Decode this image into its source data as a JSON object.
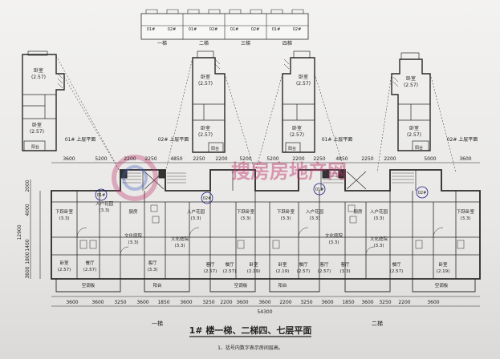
{
  "key_plan": {
    "units": [
      "01#",
      "02#",
      "01#",
      "02#",
      "01#",
      "02#",
      "01#",
      "02#"
    ],
    "stair_labels": [
      "一梯",
      "二梯",
      "三梯",
      "四梯"
    ]
  },
  "upper_units": [
    {
      "room_a": "卧室",
      "area_a": "(2.57)",
      "room_b": "卧室",
      "area_b": "(2.57)",
      "balcony": "阳台",
      "caption": "01# 上层平面"
    },
    {
      "room_a": "卧室",
      "area_a": "(2.57)",
      "room_b": "卧室",
      "area_b": "(2.57)",
      "balcony": "阳台",
      "caption": "02# 上层平面"
    },
    {
      "room_a": "卧室",
      "area_a": "(2.57)",
      "room_b": "卧室",
      "area_b": "(2.57)",
      "balcony": "阳台",
      "caption": "01# 上层平面"
    },
    {
      "room_a": "卧室",
      "area_a": "(2.57)",
      "room_b": "卧室",
      "area_b": "(2.57)",
      "balcony": "阳台",
      "caption": "02# 上层平面"
    }
  ],
  "dims_top": [
    "3600",
    "5200",
    "2200",
    "2250",
    "4850",
    "2250",
    "2200",
    "5200",
    "5200",
    "2200",
    "2250",
    "4850",
    "2250",
    "2200",
    "5000",
    "3600"
  ],
  "dims_bottom": [
    "3600",
    "3600",
    "3250",
    "3600",
    "1850",
    "3600",
    "3250",
    "2200",
    "3600",
    "3600",
    "2200",
    "3250",
    "3600",
    "1850",
    "3600",
    "3250",
    "2200",
    "3600"
  ],
  "dims_left": [
    "2000",
    "4000",
    "12900",
    "1400",
    "1800",
    "3600"
  ],
  "total_width": "54300",
  "rooms": [
    {
      "name": "下跃卧室",
      "area": "(3.3)"
    },
    {
      "name": "入户花园",
      "area": "(3.3)"
    },
    {
      "name": "厨房",
      "area": ""
    },
    {
      "name": "文化庭院",
      "area": "(3.3)"
    },
    {
      "name": "入户花园",
      "area": "(3.3)"
    },
    {
      "name": "文化庭院",
      "area": "(3.3)"
    },
    {
      "name": "下跃卧室",
      "area": "(3.3)"
    },
    {
      "name": "下跃卧室",
      "area": "(3.3)"
    },
    {
      "name": "入户花园",
      "area": "(3.3)"
    },
    {
      "name": "厨房",
      "area": ""
    },
    {
      "name": "文化庭院",
      "area": "(3.3)"
    },
    {
      "name": "入户花园",
      "area": "(3.3)"
    },
    {
      "name": "文化庭院",
      "area": "(3.3)"
    },
    {
      "name": "下跃卧室",
      "area": "(3.3)"
    },
    {
      "name": "卧室",
      "area": "(2.57)"
    },
    {
      "name": "餐厅",
      "area": "(2.57)"
    },
    {
      "name": "客厅",
      "area": "(3.3)"
    },
    {
      "name": "客厅",
      "area": "(2.57)"
    },
    {
      "name": "餐厅",
      "area": "(2.57)"
    },
    {
      "name": "卧室",
      "area": "(2.19)"
    },
    {
      "name": "卧室",
      "area": "(2.19)"
    },
    {
      "name": "餐厅",
      "area": "(2.57)"
    },
    {
      "name": "客厅",
      "area": "(2.57)"
    },
    {
      "name": "客厅",
      "area": "(3.3)"
    },
    {
      "name": "餐厅",
      "area": "(2.57)"
    },
    {
      "name": "卧室",
      "area": "(2.19)"
    },
    {
      "name": "空调板",
      "area": ""
    },
    {
      "name": "阳台",
      "area": ""
    },
    {
      "name": "空调板",
      "area": ""
    },
    {
      "name": "阳台",
      "area": ""
    },
    {
      "name": "空调板",
      "area": ""
    }
  ],
  "unit_markers": [
    "01#",
    "02#",
    "01#",
    "02#"
  ],
  "stair_captions": [
    "一梯",
    "二梯"
  ],
  "title": "1# 楼一梯、二梯四、七层平面",
  "note": "1、括号内数字表示房间层高。",
  "watermark": "搜房房地产网",
  "colors": {
    "line": "#2a2a2a",
    "watermark": "#c0306a",
    "marker": "#1a1a8a",
    "paper": "#efeeec"
  }
}
